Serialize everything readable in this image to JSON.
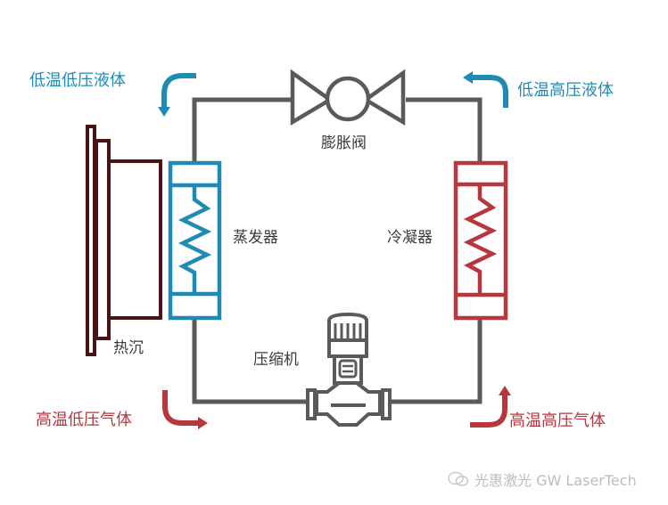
{
  "colors": {
    "pipe": "#5a5a5a",
    "evaporator": "#1f8bb5",
    "condenser": "#b8363d",
    "heat_sink": "#4a1414",
    "label_text": "#3a3a3a",
    "watermark": "#bdbdbd"
  },
  "components": {
    "expansion_valve": "膨胀阀",
    "evaporator": "蒸发器",
    "condenser": "冷凝器",
    "compressor": "压缩机",
    "heat_sink": "热沉"
  },
  "states": {
    "top_left": {
      "text": "低温低压液体",
      "arrow": "curved-arrow-down-icon"
    },
    "top_right": {
      "text": "低温高压液体",
      "arrow": "curved-arrow-left-icon"
    },
    "bottom_left": {
      "text": "高温低压气体",
      "arrow": "curved-arrow-right-icon"
    },
    "bottom_right": {
      "text": "高温高压气体",
      "arrow": "curved-arrow-up-icon"
    }
  },
  "watermark": {
    "icon": "wechat-logo-icon",
    "text": "光惠激光 GW LaserTech"
  }
}
